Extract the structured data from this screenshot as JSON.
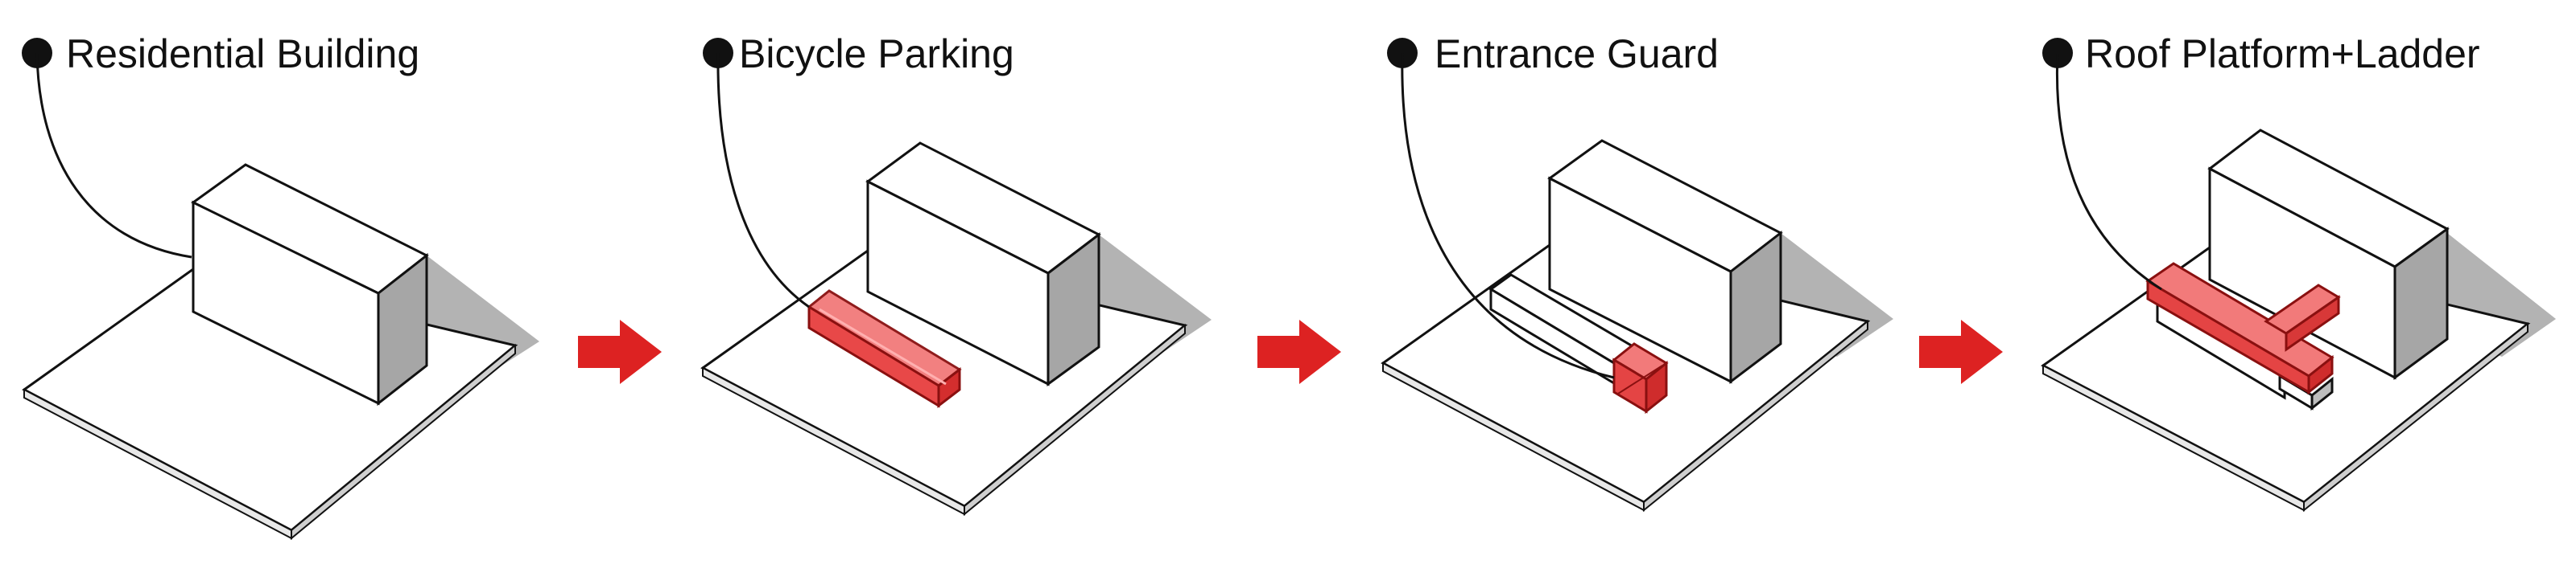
{
  "steps": [
    {
      "label": "Residential Building"
    },
    {
      "label": "Bicycle Parking"
    },
    {
      "label": "Entrance Guard"
    },
    {
      "label": "Roof Platform+Ladder"
    }
  ],
  "colors": {
    "highlight": "#e83a3a",
    "highlight_fill": "#f06060",
    "arrow": "#dd2222",
    "shadow": "#b8b8b8",
    "line": "#111111"
  }
}
